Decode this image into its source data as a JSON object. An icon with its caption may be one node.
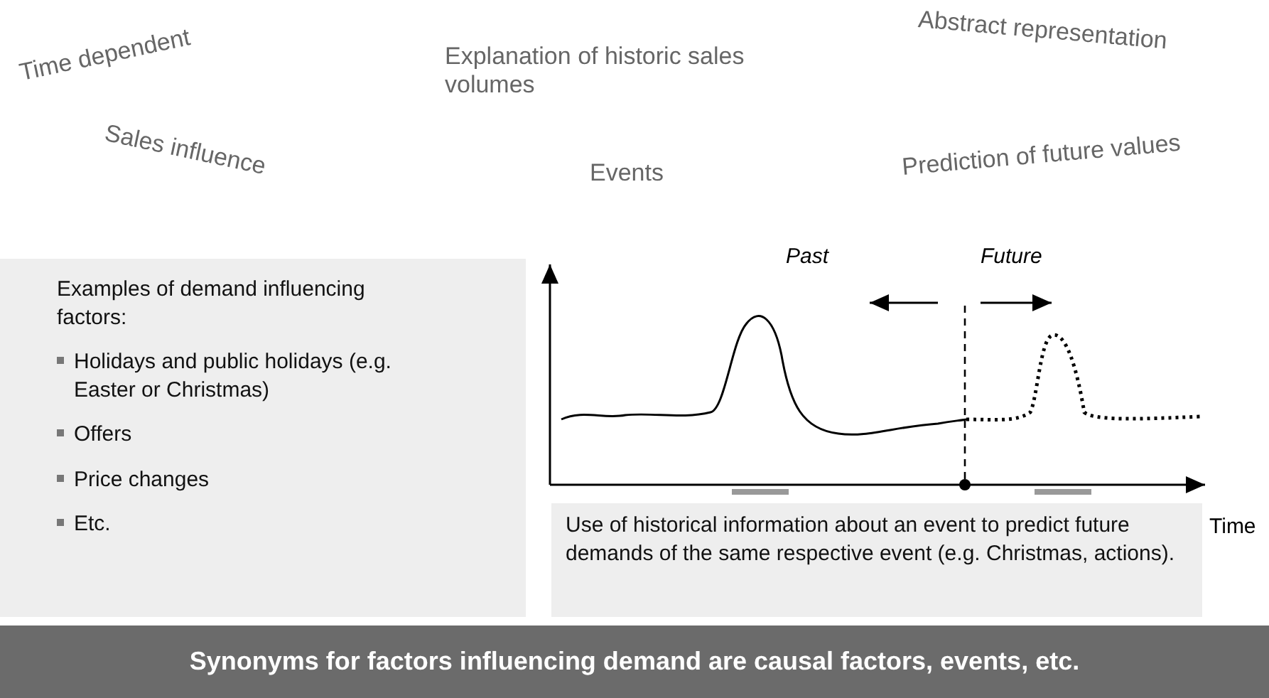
{
  "diagram": {
    "nodes": [
      {
        "text": [
          "Examples of demand influencing factors:",
          "Holidays and public holidays (e.g. Easter or Christmas)",
          "Offers",
          "Price changes",
          "Etc."
        ]
      },
      {
        "text": [
          "Use of historical information about an event to predict future demands of the same respective event (e.g. Christmas, actions)."
        ]
      },
      {
        "text": [
          "Synonyms for factors influencing demand are causal factors, events, etc."
        ]
      }
    ],
    "labels": [
      "Time dependent",
      "Explanation of historic sales volumes",
      "Abstract representation",
      "Sales influence",
      "Events",
      "Prediction of future values",
      "Past",
      "Future",
      "Time"
    ]
  }
}
